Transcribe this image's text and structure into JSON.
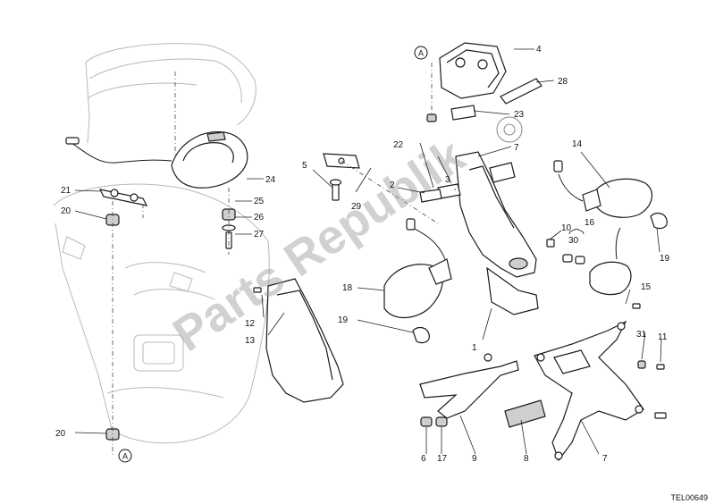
{
  "diagram": {
    "drawing_code": "TEL00649",
    "watermark": "Parts Republik",
    "reference_marker": "A",
    "callouts": [
      {
        "id": "c1",
        "label": "1"
      },
      {
        "id": "c2",
        "label": "2"
      },
      {
        "id": "c3",
        "label": "3"
      },
      {
        "id": "c4",
        "label": "4"
      },
      {
        "id": "c5",
        "label": "5"
      },
      {
        "id": "c6",
        "label": "6"
      },
      {
        "id": "c7",
        "label": "7"
      },
      {
        "id": "c7b",
        "label": "7"
      },
      {
        "id": "c8",
        "label": "8"
      },
      {
        "id": "c9",
        "label": "9"
      },
      {
        "id": "c10",
        "label": "10"
      },
      {
        "id": "c11",
        "label": "11"
      },
      {
        "id": "c12",
        "label": "12"
      },
      {
        "id": "c13",
        "label": "13"
      },
      {
        "id": "c14",
        "label": "14"
      },
      {
        "id": "c15",
        "label": "15"
      },
      {
        "id": "c16",
        "label": "16"
      },
      {
        "id": "c17",
        "label": "17"
      },
      {
        "id": "c18",
        "label": "18"
      },
      {
        "id": "c19",
        "label": "19"
      },
      {
        "id": "c19b",
        "label": "19"
      },
      {
        "id": "c20",
        "label": "20"
      },
      {
        "id": "c20b",
        "label": "20"
      },
      {
        "id": "c21",
        "label": "21"
      },
      {
        "id": "c22",
        "label": "22"
      },
      {
        "id": "c23",
        "label": "23"
      },
      {
        "id": "c24",
        "label": "24"
      },
      {
        "id": "c25",
        "label": "25"
      },
      {
        "id": "c26",
        "label": "26"
      },
      {
        "id": "c27",
        "label": "27"
      },
      {
        "id": "c28",
        "label": "28"
      },
      {
        "id": "c29",
        "label": "29"
      },
      {
        "id": "c30",
        "label": "30"
      },
      {
        "id": "c31",
        "label": "31"
      }
    ]
  }
}
